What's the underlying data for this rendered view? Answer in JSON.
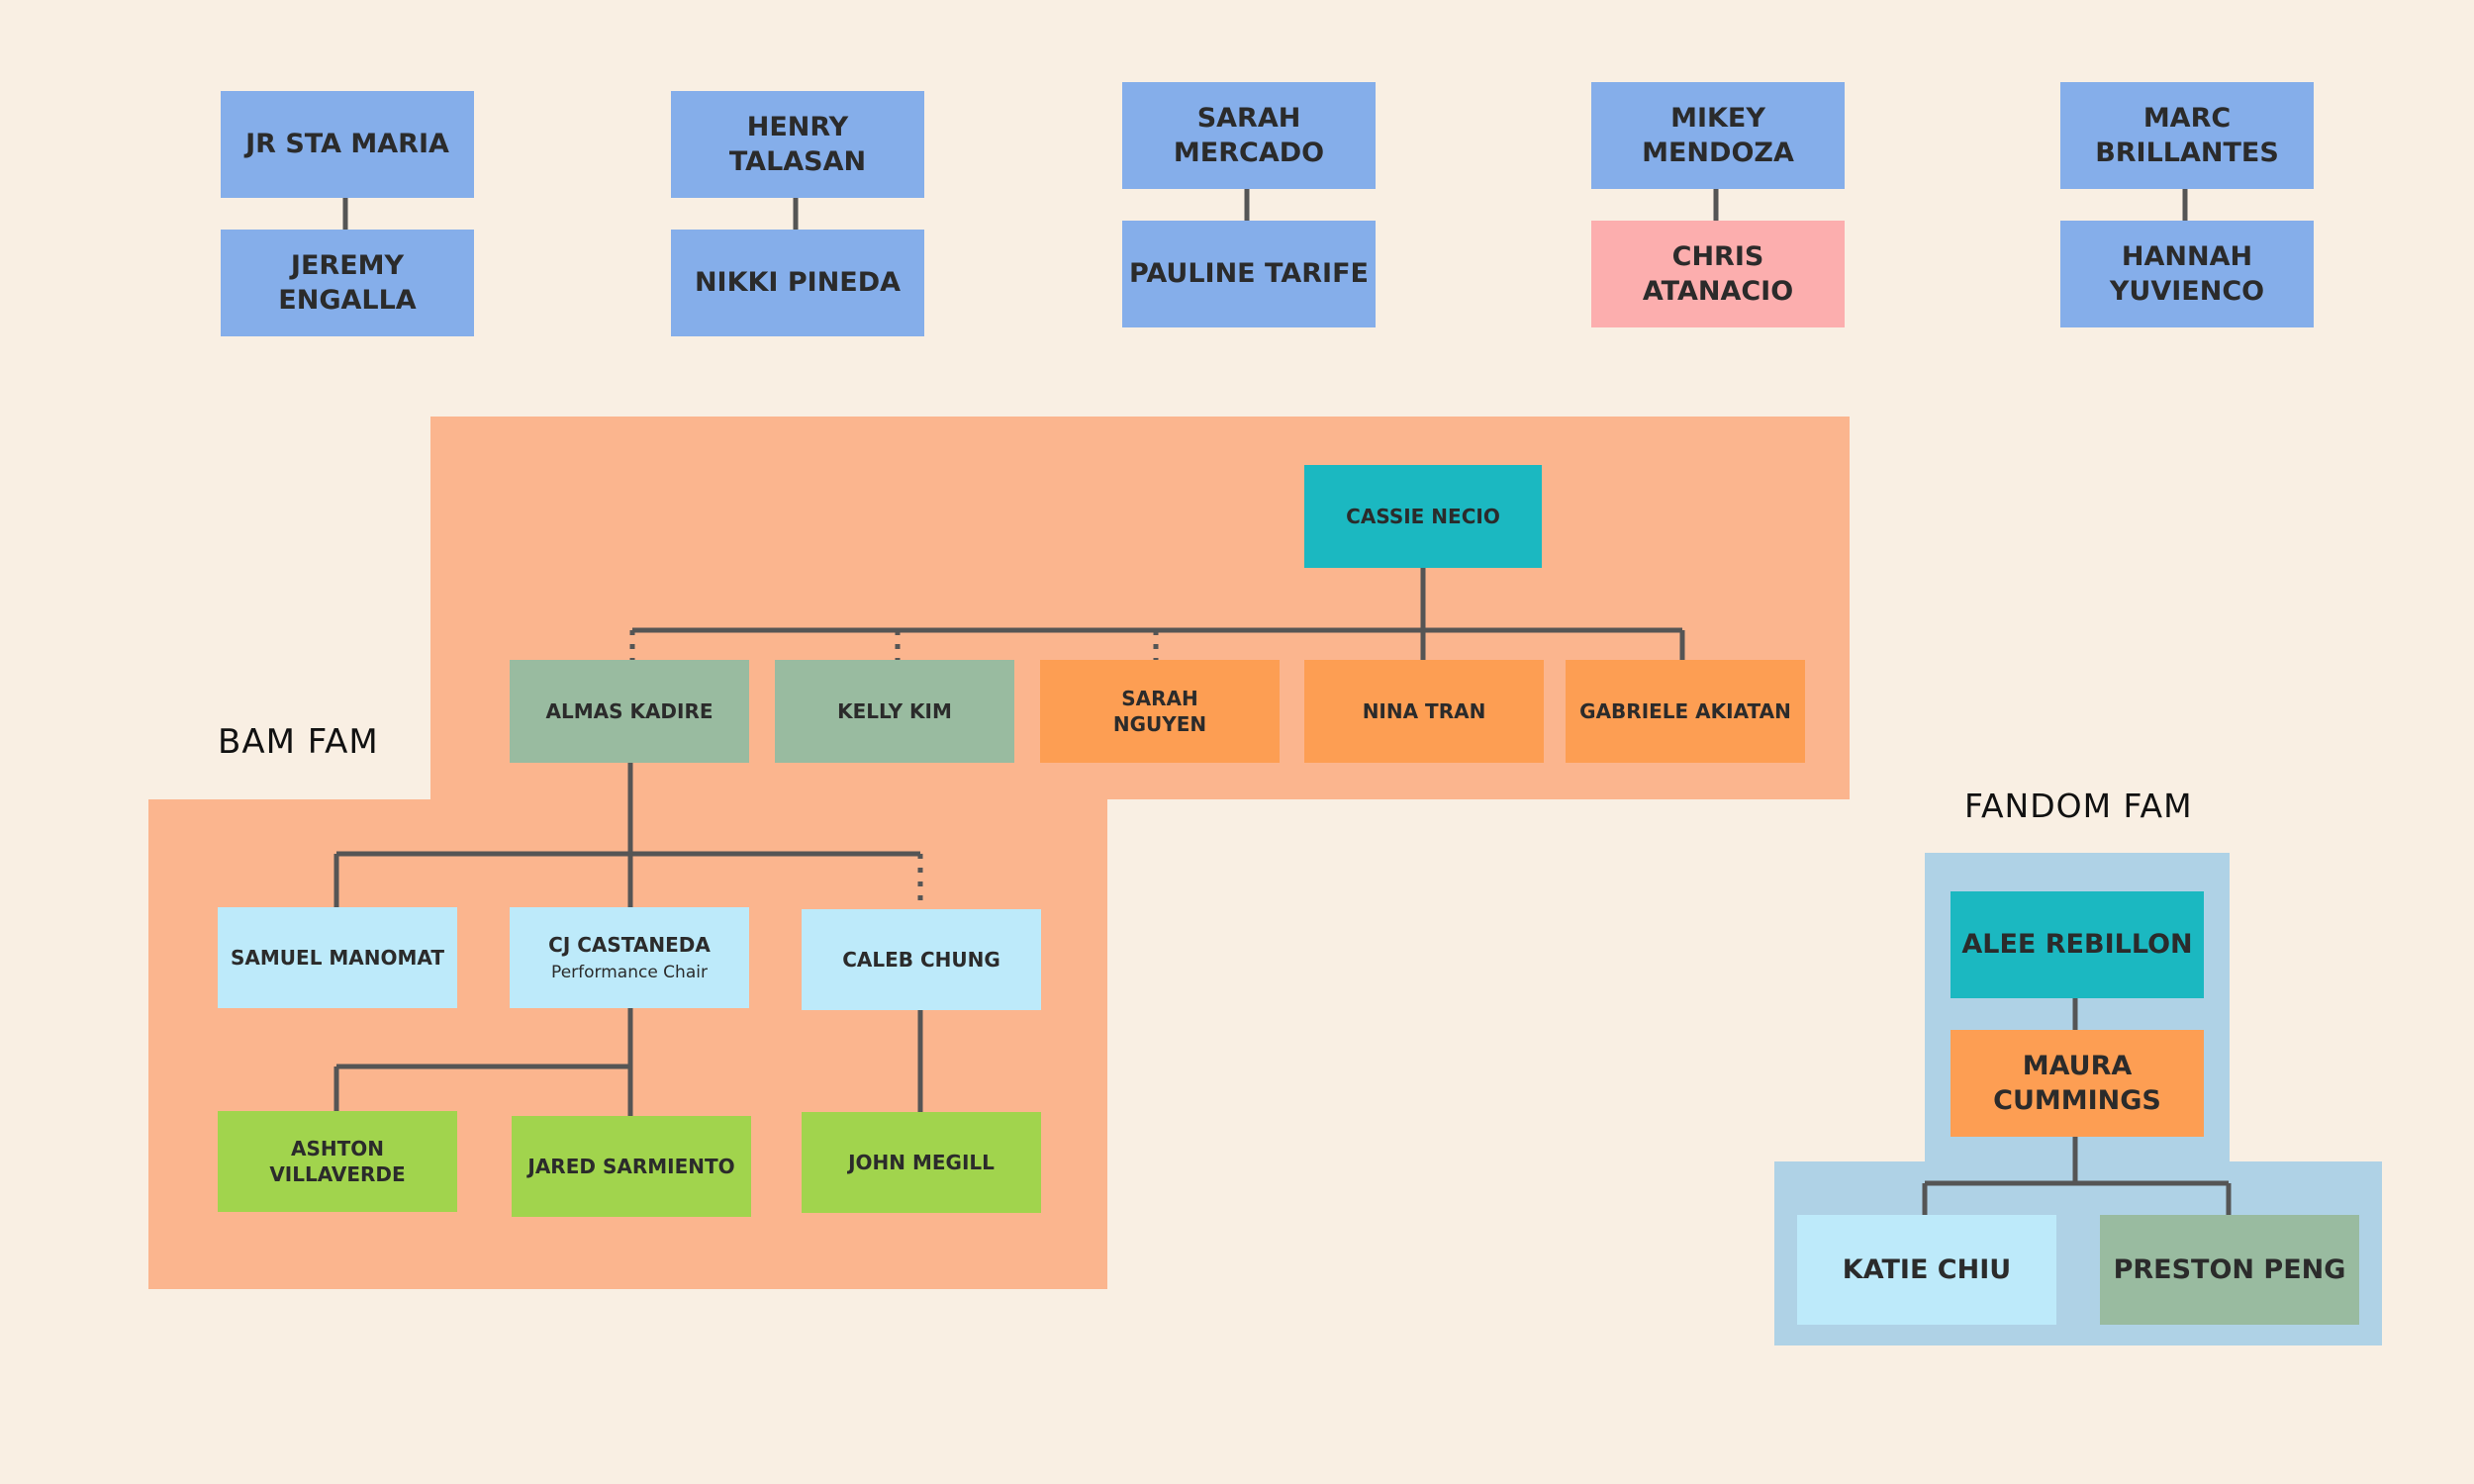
{
  "colors": {
    "background": "#f9efe3",
    "blue": "#85aeea",
    "pink": "#fcaeae",
    "peach_panel": "#fbb58e",
    "teal": "#1bb8c1",
    "sage": "#99bba0",
    "orange": "#fd9e53",
    "light_blue": "#bdeafa",
    "lime": "#a1d44d",
    "panel_blue": "#afd2e6",
    "line": "#555555"
  },
  "pairs": [
    {
      "top": "JR STA MARIA",
      "bottom": "JEREMY\nENGALLA"
    },
    {
      "top": "HENRY\nTALASAN",
      "bottom": "NIKKI PINEDA"
    },
    {
      "top": "SARAH\nMERCADO",
      "bottom": "PAULINE TARIFE"
    },
    {
      "top": "MIKEY\nMENDOZA",
      "bottom": "CHRIS\nATANACIO"
    },
    {
      "top": "MARC\nBRILLANTES",
      "bottom": "HANNAH\nYUVIENCO"
    }
  ],
  "bam_fam": {
    "label": "BAM FAM",
    "root": "CASSIE NECIO",
    "level1": [
      "ALMAS KADIRE",
      "KELLY KIM",
      "SARAH\nNGUYEN",
      "NINA TRAN",
      "GABRIELE AKIATAN"
    ],
    "level2": [
      {
        "name": "SAMUEL MANOMAT",
        "role": ""
      },
      {
        "name": "CJ CASTANEDA",
        "role": "Performance Chair"
      },
      {
        "name": "CALEB CHUNG",
        "role": ""
      }
    ],
    "level3": [
      "ASHTON\nVILLAVERDE",
      "JARED SARMIENTO",
      "JOHN MEGILL"
    ]
  },
  "fandom_fam": {
    "label": "FANDOM FAM",
    "root": "ALEE REBILLON",
    "middle": "MAURA\nCUMMINGS",
    "children": [
      "KATIE CHIU",
      "PRESTON PENG"
    ]
  }
}
